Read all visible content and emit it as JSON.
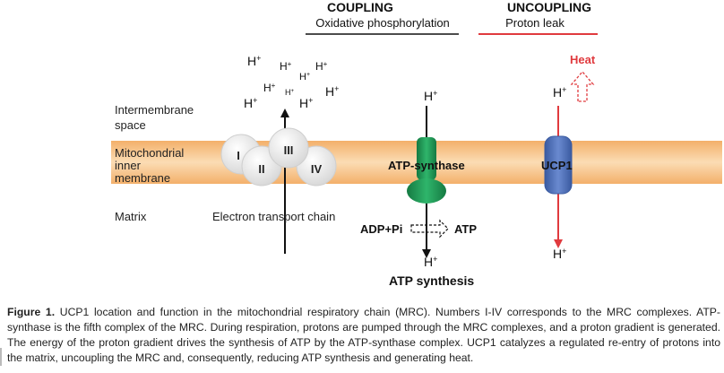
{
  "headers": {
    "coupling": "COUPLING",
    "coupling_sub": "Oxidative phosphorylation",
    "uncoupling": "UNCOUPLING",
    "uncoupling_sub": "Proton leak"
  },
  "regions": {
    "intermembrane_line1": "Intermembrane",
    "intermembrane_line2": "space",
    "membrane_line1": "Mitochondrial",
    "membrane_line2": "inner",
    "membrane_line3": "membrane",
    "matrix": "Matrix"
  },
  "complexes": [
    "I",
    "II",
    "III",
    "IV"
  ],
  "labels": {
    "etc": "Electron transport chain",
    "atp_synthase": "ATP-synthase",
    "ucp1": "UCP1",
    "adp_pi": "ADP+Pi",
    "atp": "ATP",
    "atp_synthesis": "ATP synthesis",
    "heat": "Heat",
    "proton": "H",
    "proton_sup": "+"
  },
  "caption": {
    "bold": "Figure 1.",
    "text": " UCP1 location and function in the mitochondrial respiratory chain (MRC). Numbers I-IV corresponds to the MRC complexes. ATP-synthase is the fifth complex of the MRC. During respiration, protons are pumped through the MRC complexes, and a proton gradient is generated. The energy of the proton gradient drives the synthesis of ATP by the ATP-synthase complex. UCP1 catalyzes a regulated re-entry of protons into the matrix, uncoupling the MRC and, consequently, reducing ATP synthesis and generating heat."
  },
  "colors": {
    "membrane": "#f6c48a",
    "atp_synthase": "#1f9a55",
    "ucp1": "#4f6fb3",
    "uncoupling": "#e03a3e",
    "complex": "#e4e4e4"
  }
}
